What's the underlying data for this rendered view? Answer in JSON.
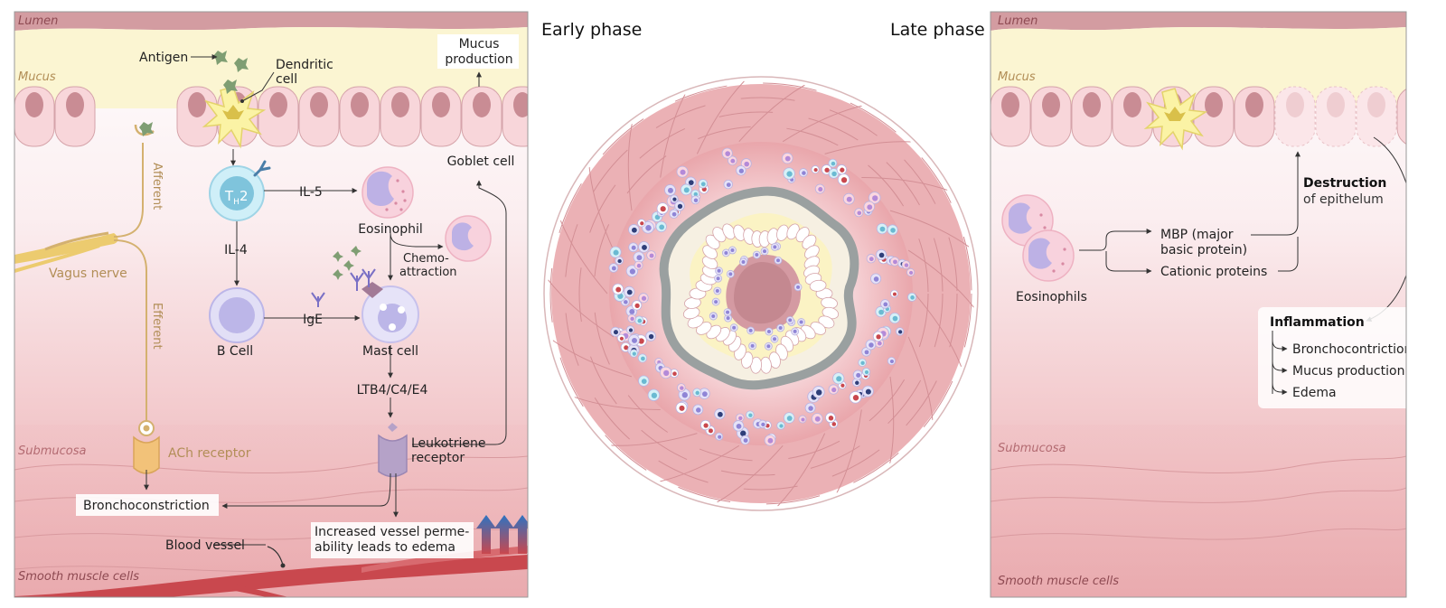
{
  "titles": {
    "early": "Early phase",
    "late": "Late phase"
  },
  "layers": {
    "lumen": "Lumen",
    "mucus": "Mucus",
    "submucosa": "Submucosa",
    "smooth_muscle": "Smooth muscle cells"
  },
  "early": {
    "antigen": "Antigen",
    "dendritic_cell_line1": "Dendritic",
    "dendritic_cell_line2": "cell",
    "mucus_production_line1": "Mucus",
    "mucus_production_line2": "production",
    "goblet_cell": "Goblet cell",
    "th2_main": "T",
    "th2_sub": "H",
    "th2_num": "2",
    "il5": "IL-5",
    "il4": "IL-4",
    "eosinophil": "Eosinophil",
    "chemoattraction_line1": "Chemo-",
    "chemoattraction_line2": "attraction",
    "b_cell": "B Cell",
    "ige": "IgE",
    "mast_cell": "Mast cell",
    "ltb4": "LTB4/C4/E4",
    "leukotriene_line1": "Leukotriene",
    "leukotriene_line2": "receptor",
    "afferent": "Afferent",
    "efferent": "Efferent",
    "vagus_nerve": "Vagus nerve",
    "ach_receptor": "ACh receptor",
    "bronchoconstriction": "Bronchoconstriction",
    "blood_vessel": "Blood vessel",
    "edema_line1": "Increased vessel perme-",
    "edema_line2": "ability leads to edema"
  },
  "late": {
    "destruction_line1": "Destruction",
    "destruction_line2": "of epithelum",
    "mbp_line1": "MBP (major",
    "mbp_line2": "basic protein)",
    "cationic": "Cationic proteins",
    "eosinophils": "Eosinophils",
    "inflammation": "Inflammation",
    "effects": [
      "Bronchocontriction",
      "Mucus production",
      "Edema"
    ]
  },
  "colors": {
    "lumen": "#d9a1a6",
    "mucus": "#fbf5d2",
    "epithelium": "#f8d6da",
    "nucleus": "#c98c94",
    "nerve": "#d4b16f",
    "label_brown": "#b28e57",
    "layer_label": "#b36b72",
    "vessel": "#c9484e",
    "lymphocyte": "#bcb6e8",
    "eosinophil": "#f5c3d1",
    "arrow": "#333333",
    "receptor_purple": "#b5a2c8",
    "ach_orange": "#f2c279"
  }
}
